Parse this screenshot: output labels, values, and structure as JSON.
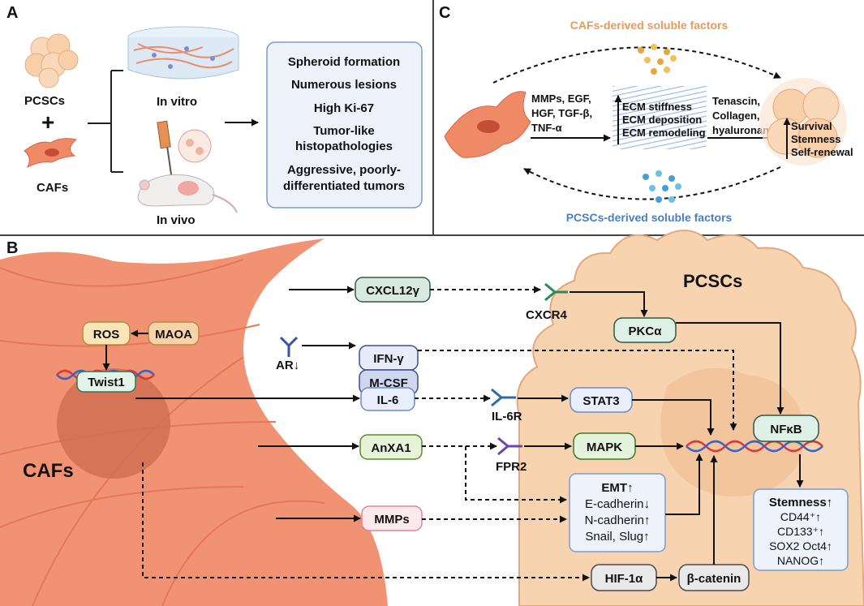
{
  "panels": {
    "a": {
      "label": "A",
      "pcscs": "PCSCs",
      "plus": "+",
      "cafs": "CAFs",
      "in_vitro": "In vitro",
      "in_vivo": "In vivo",
      "outcomes": [
        "Spheroid formation",
        "Numerous lesions",
        "High Ki-67",
        "Tumor-like",
        "histopathologies",
        "Aggressive, poorly-",
        "differentiated tumors"
      ]
    },
    "b": {
      "label": "B",
      "cafs": "CAFs",
      "pcscs": "PCSCs",
      "ros": "ROS",
      "maoa": "MAOA",
      "twist1": "Twist1",
      "ar": "AR↓",
      "cxcl12": "CXCL12γ",
      "ifn": "IFN-γ",
      "mcsf": "M-CSF",
      "il6": "IL-6",
      "anxa1": "AnXA1",
      "mmps": "MMPs",
      "cxcr4": "CXCR4",
      "il6r": "IL-6R",
      "fpr2": "FPR2",
      "pkca": "PKCα",
      "stat3": "STAT3",
      "mapk": "MAPK",
      "nfkb": "NFκB",
      "hif": "HIF-1α",
      "bcat": "β-catenin",
      "emt": [
        "EMT↑",
        "E-cadherin↓",
        "N-cadherin↑",
        "Snail, Slug↑"
      ],
      "stem": [
        "Stemness↑",
        "CD44⁺↑",
        "CD133⁺↑",
        "SOX2 Oct4↑",
        "NANOG↑"
      ]
    },
    "c": {
      "label": "C",
      "caf_factors": "CAFs-derived soluble factors",
      "pcsc_factors": "PCSCs-derived soluble factors",
      "mmps_lines": [
        "MMPs, EGF,",
        "HGF, TGF-β,",
        "TNF-α"
      ],
      "ecm_lines": [
        "ECM stiffness",
        "ECM deposition",
        "ECM remodeling"
      ],
      "ten_lines": [
        "Tenascin,",
        "Collagen,",
        "hyaluronan"
      ],
      "surv_lines": [
        "Survival",
        "Stemness",
        "Self-renewal"
      ]
    }
  },
  "colors": {
    "caf": "#f08a66",
    "caf_dark": "#d2674a",
    "pcsc": "#f7d3b0",
    "pcsc_edge": "#e2a97e",
    "box_border": "#7c9bd0",
    "box_fill": "#eef3fb",
    "orange_text": "#e79a5a",
    "blue_text": "#4a7ec4"
  }
}
